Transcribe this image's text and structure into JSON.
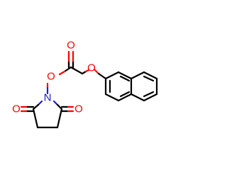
{
  "molecule": {
    "atoms": [
      {
        "id": "O_carbonyl",
        "element": "O",
        "label": "O"
      },
      {
        "id": "O_ether",
        "element": "O",
        "label": "O"
      },
      {
        "id": "O_ester",
        "element": "O",
        "label": "O"
      },
      {
        "id": "N_imide",
        "element": "N",
        "label": "N"
      },
      {
        "id": "O_imide_left",
        "element": "O",
        "label": "O"
      },
      {
        "id": "O_imide_right",
        "element": "O",
        "label": "O"
      }
    ]
  },
  "colors": {
    "carbon_bond": "#000000",
    "oxygen": "#ff0000",
    "nitrogen": "#1f1fd0",
    "background": "#ffffff"
  }
}
